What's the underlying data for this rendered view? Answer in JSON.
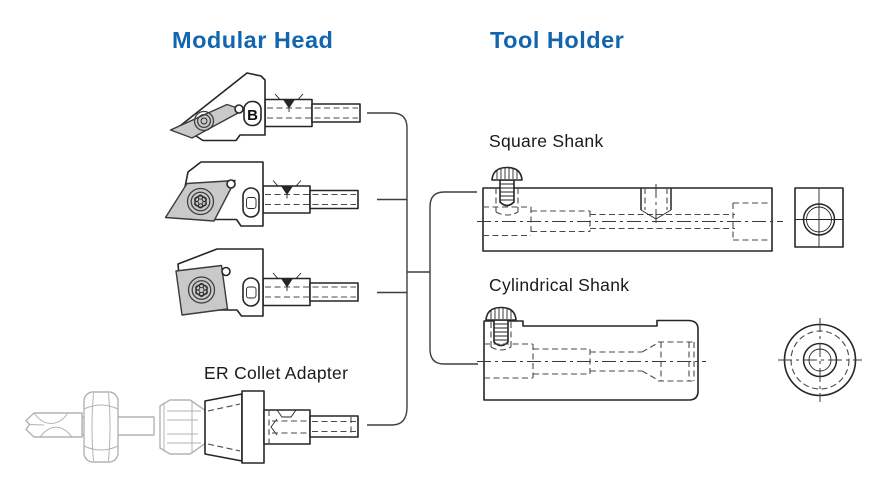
{
  "headings": {
    "modular_head": "Modular Head",
    "tool_holder": "Tool Holder"
  },
  "labels": {
    "square_shank": "Square Shank",
    "cylindrical_shank": "Cylindrical Shank",
    "er_collet_adapter": "ER Collet Adapter"
  },
  "badges": {
    "head1": "B"
  },
  "colors": {
    "heading_blue": "#1266b0",
    "label_color": "#1a1a1a",
    "line_dark": "#262626",
    "line_light": "#b3b3b3",
    "insert_gray": "#c9c9c9",
    "dash_gray": "#4a4a4a",
    "background": "#ffffff"
  },
  "diagram": {
    "left_column_items": [
      "profiling head with V diamond insert (B)",
      "turning head with 55-degree diamond insert",
      "turning head with square insert",
      "ER collet adapter with drill and clamping nut"
    ],
    "right_column_items": [
      "square shank tool holder (side and end view)",
      "cylindrical shank tool holder (side and end view)"
    ]
  }
}
